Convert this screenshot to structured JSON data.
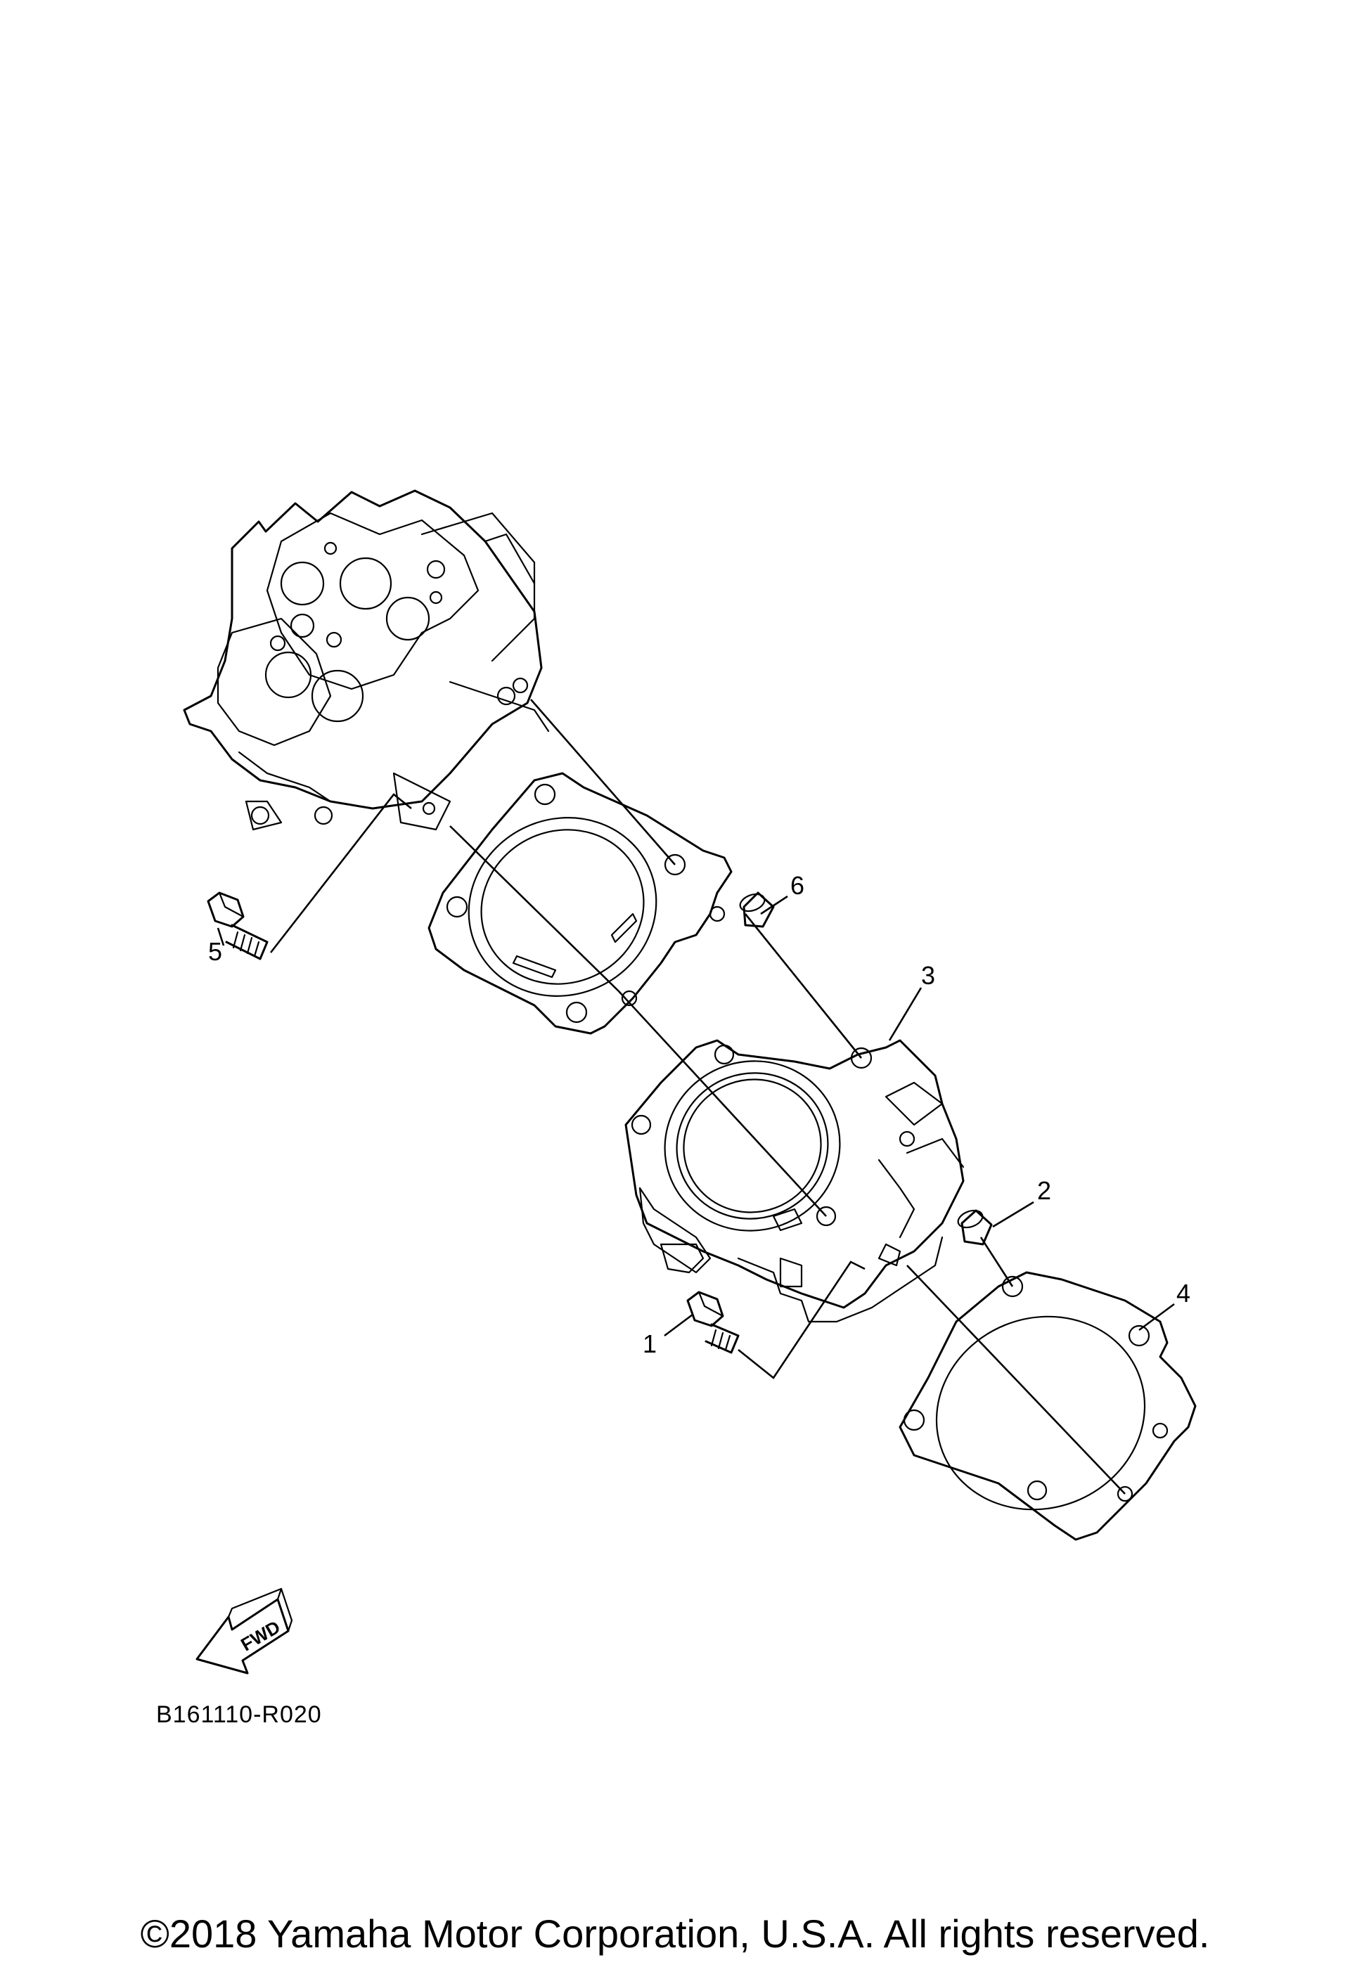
{
  "diagram": {
    "callouts": [
      "1",
      "2",
      "3",
      "4",
      "5",
      "6"
    ],
    "fwd_label": "FWD",
    "reference_code": "B161110-R020",
    "copyright": "©2018 Yamaha Motor Corporation, U.S.A. All rights reserved."
  }
}
